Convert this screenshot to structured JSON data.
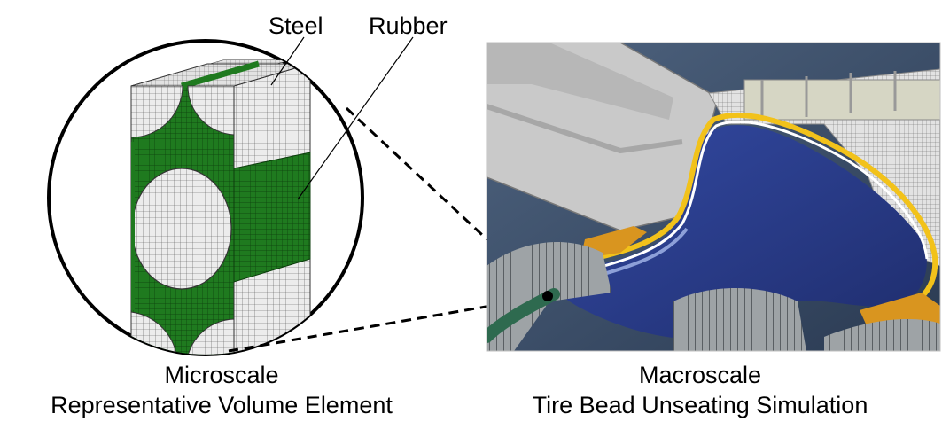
{
  "labels": {
    "steel": "Steel",
    "rubber": "Rubber"
  },
  "captions": {
    "micro_line1": "Microscale",
    "micro_line2": "Representative Volume Element",
    "macro_line1": "Macroscale",
    "macro_line2": "Tire Bead Unseating Simulation"
  },
  "colors": {
    "steel_mesh": "#e8e8e8",
    "rubber_mesh": "#1f7a1f",
    "background_sim": "#3b4f6b",
    "tire_cavity": "#2c3f8f",
    "tire_wall": "#e9e8dc",
    "bead_orange": "#d9951f",
    "ply_yellow": "#f2c21a"
  }
}
